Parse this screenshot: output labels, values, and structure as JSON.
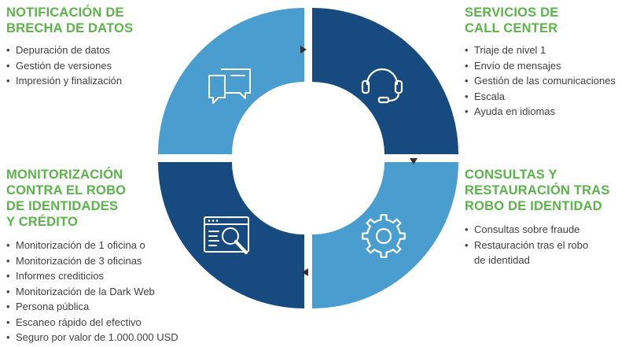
{
  "colors": {
    "light_blue": "#4a9ecf",
    "dark_blue": "#174b7f",
    "green": "#5bb34a",
    "text": "#404040"
  },
  "segments": [
    {
      "id": "top-left",
      "color": "light_blue",
      "icon": "chat-bubbles-icon",
      "heading": [
        "NOTIFICACIÓN DE",
        "BRECHA DE DATOS"
      ],
      "items": [
        "Depuración de datos",
        "Gestión de versiones",
        "Impresión y finalización"
      ]
    },
    {
      "id": "top-right",
      "color": "dark_blue",
      "icon": "headset-icon",
      "heading": [
        "SERVICIOS DE",
        "CALL CENTER"
      ],
      "items": [
        "Triaje de nivel 1",
        "Envío de mensajes",
        "Gestión de las comunicaciones",
        "Escala",
        "Ayuda en idiomas"
      ]
    },
    {
      "id": "bottom-right",
      "color": "light_blue",
      "icon": "gear-icon",
      "heading": [
        "CONSULTAS Y",
        "RESTAURACIÓN TRAS",
        "ROBO DE IDENTIDAD"
      ],
      "items": [
        "Consultas sobre fraude",
        "Restauración tras el robo de identidad"
      ]
    },
    {
      "id": "bottom-left",
      "color": "dark_blue",
      "icon": "browser-search-icon",
      "heading": [
        "MONITORIZACIÓN",
        "CONTRA EL ROBO",
        "DE IDENTIDADES",
        "Y CRÉDITO"
      ],
      "items": [
        "Monitorización de 1 oficina o",
        "Monitorización de 3 oficinas",
        "Informes crediticios",
        "Monitorización de la Dark Web",
        "Persona pública",
        "Escaneo rápido del efectivo",
        "Seguro por valor de 1.000.000 USD"
      ]
    }
  ]
}
